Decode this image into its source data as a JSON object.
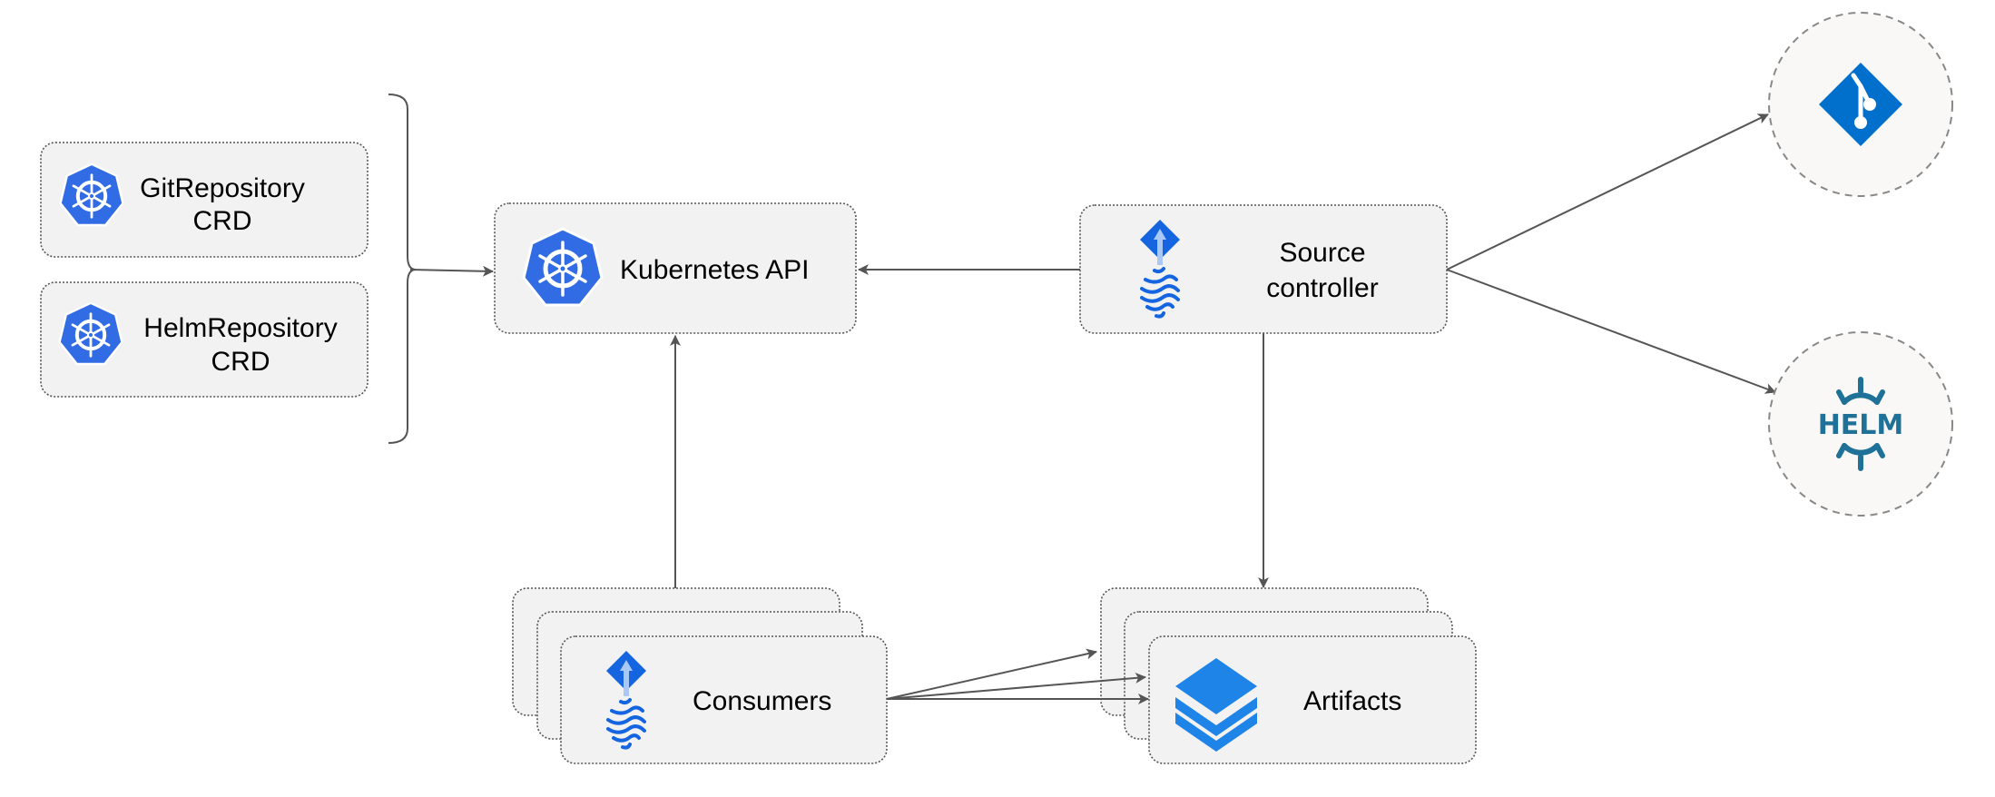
{
  "nodes": {
    "git_repository_crd": {
      "line1": "GitRepository",
      "line2": "CRD",
      "icon": "kubernetes-icon"
    },
    "helm_repository_crd": {
      "line1": "HelmRepository",
      "line2": "CRD",
      "icon": "kubernetes-icon"
    },
    "kubernetes_api": {
      "label": "Kubernetes API",
      "icon": "kubernetes-icon"
    },
    "source_controller": {
      "line1": "Source",
      "line2": "controller",
      "icon": "flux-icon"
    },
    "consumers": {
      "label": "Consumers",
      "icon": "flux-icon"
    },
    "artifacts": {
      "label": "Artifacts",
      "icon": "layers-icon"
    },
    "git": {
      "icon": "git-icon"
    },
    "helm": {
      "label": "HELM",
      "icon": "helm-icon"
    }
  },
  "edges": [
    {
      "from": "git_repository_crd+helm_repository_crd",
      "to": "kubernetes_api"
    },
    {
      "from": "source_controller",
      "to": "kubernetes_api"
    },
    {
      "from": "source_controller",
      "to": "git"
    },
    {
      "from": "source_controller",
      "to": "helm"
    },
    {
      "from": "source_controller",
      "to": "artifacts"
    },
    {
      "from": "consumers",
      "to": "kubernetes_api"
    },
    {
      "from": "consumers",
      "to": "artifacts"
    }
  ],
  "colors": {
    "kubernetes": "#326ce5",
    "flux": "#1565e0",
    "git": "#0070cc",
    "helm": "#1f7198",
    "layers": "#1e84e8",
    "box_fill": "#f2f2f2",
    "edge": "#555555"
  }
}
